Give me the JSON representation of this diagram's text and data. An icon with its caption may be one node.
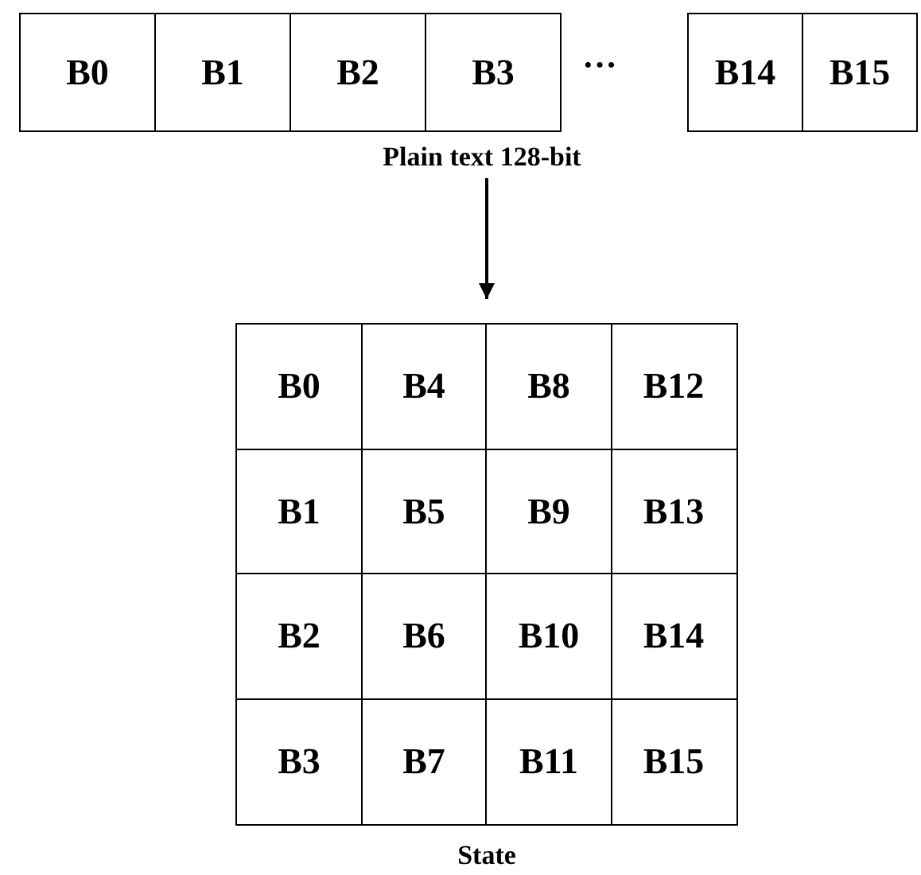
{
  "diagram": {
    "nodes": [
      {
        "text": [
          "B0"
        ]
      },
      {
        "text": [
          "B1"
        ]
      },
      {
        "text": [
          "B2"
        ]
      },
      {
        "text": [
          "B3"
        ]
      },
      {
        "text": [
          "B14"
        ]
      },
      {
        "text": [
          "B15"
        ]
      },
      {
        "text": [
          "Plain text 128-bit"
        ]
      },
      {
        "text": [
          "State"
        ]
      },
      {
        "text": [
          "B0"
        ],
        "in": 7
      },
      {
        "text": [
          "B4"
        ],
        "in": 7
      },
      {
        "text": [
          "B8"
        ],
        "in": 7
      },
      {
        "text": [
          "B12"
        ],
        "in": 7
      },
      {
        "text": [
          "B1"
        ],
        "in": 7
      },
      {
        "text": [
          "B5"
        ],
        "in": 7
      },
      {
        "text": [
          "B9"
        ],
        "in": 7
      },
      {
        "text": [
          "B13"
        ],
        "in": 7
      },
      {
        "text": [
          "B2"
        ],
        "in": 7
      },
      {
        "text": [
          "B6"
        ],
        "in": 7
      },
      {
        "text": [
          "B10"
        ],
        "in": 7
      },
      {
        "text": [
          "B14"
        ],
        "in": 7
      },
      {
        "text": [
          "B3"
        ],
        "in": 7
      },
      {
        "text": [
          "B7"
        ],
        "in": 7
      },
      {
        "text": [
          "B11"
        ],
        "in": 7
      },
      {
        "text": [
          "B15"
        ],
        "in": 7
      }
    ],
    "edges": [
      {
        "from": 6,
        "to": 7,
        "arrow": "to"
      }
    ],
    "labels": [
      "···"
    ]
  }
}
